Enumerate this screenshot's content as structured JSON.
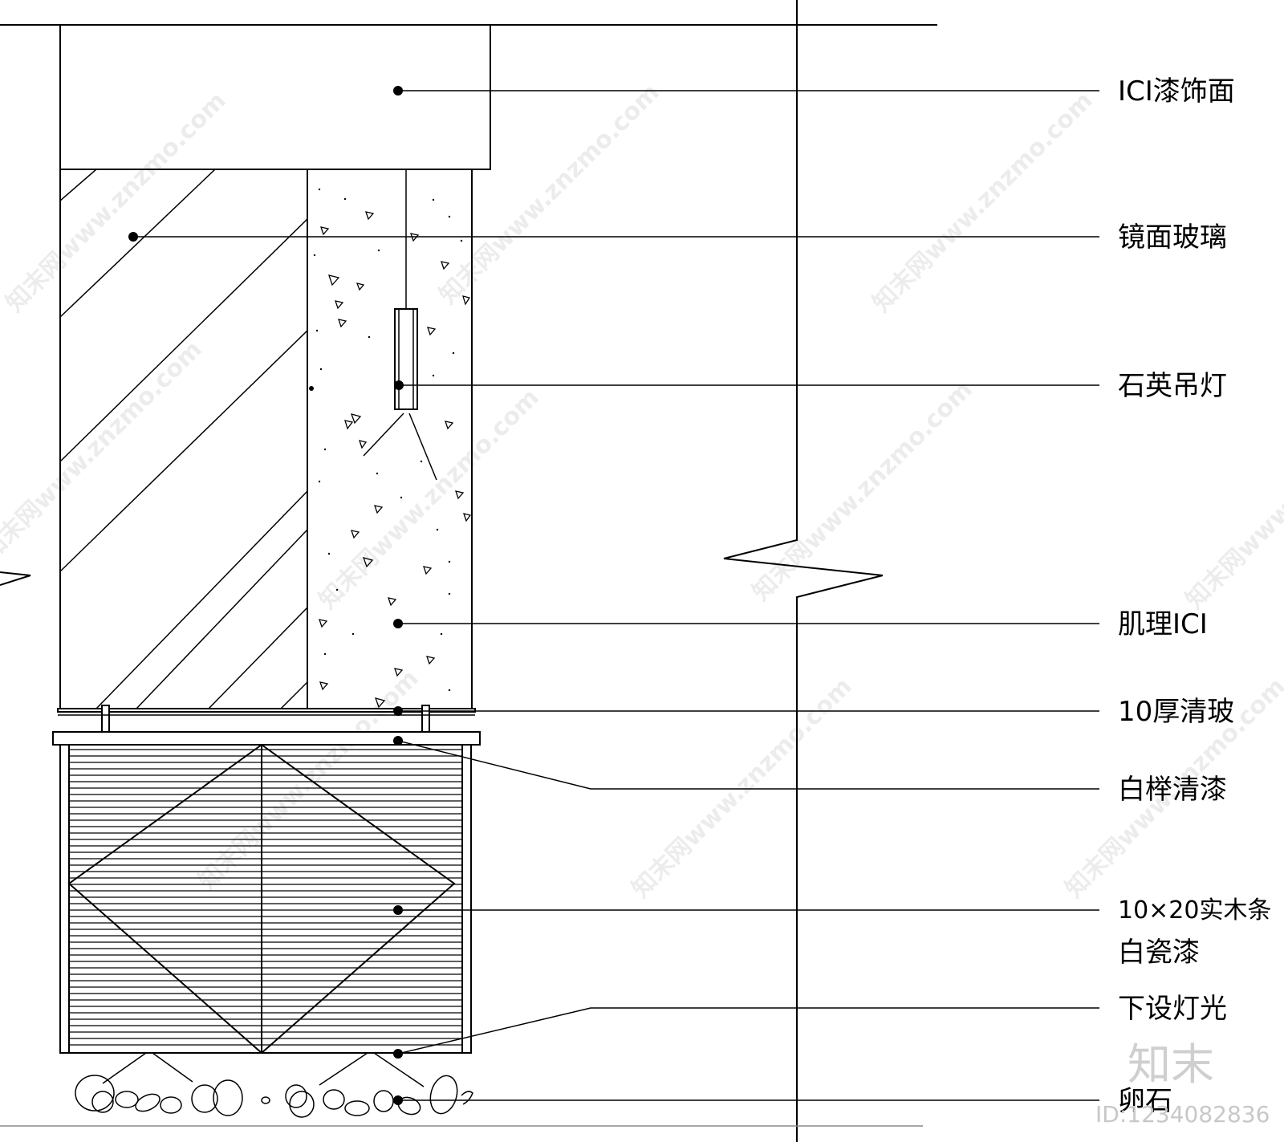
{
  "labels": {
    "ici_finish": "ICI漆饰面",
    "mirror_glass": "镜面玻璃",
    "quartz_lamp": "石英吊灯",
    "texture_ici": "肌理ICI",
    "clear_glass": "10厚清玻",
    "birch_varnish": "白榉清漆",
    "wood_strip_line1": "10×20实木条",
    "wood_strip_line2": "白瓷漆",
    "light_below": "下设灯光",
    "pebbles": "卵石"
  },
  "watermark": {
    "text": "知末网www.znzmo.com",
    "logo": "知末",
    "id": "ID:1234082836"
  }
}
